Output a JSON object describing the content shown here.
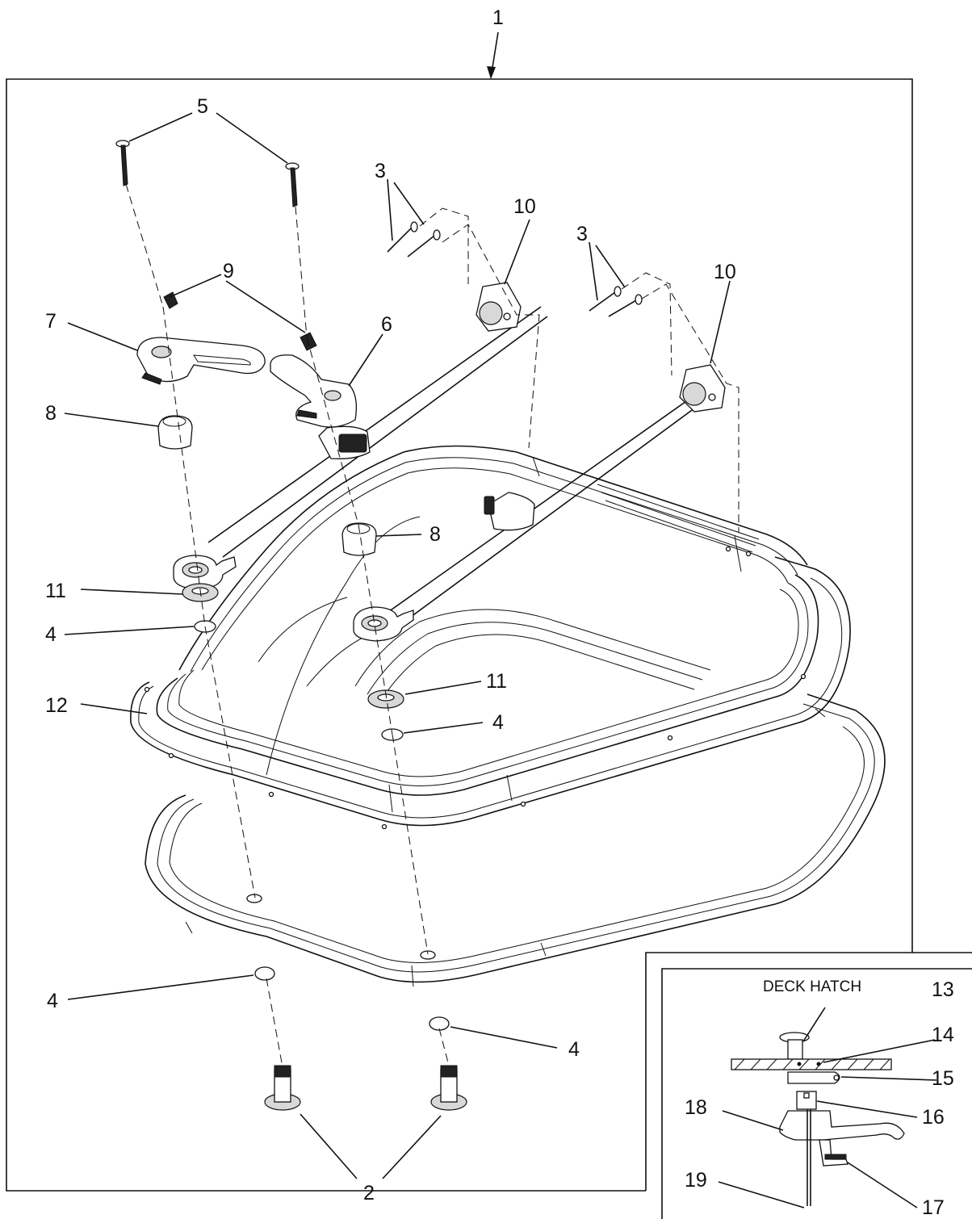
{
  "figure": {
    "assembly_callout": "1",
    "inset": {
      "title": "DECK HATCH",
      "callouts": [
        "13",
        "14",
        "15",
        "16",
        "17",
        "18",
        "19"
      ]
    },
    "callouts": {
      "c2": "2",
      "c3a": "3",
      "c3b": "3",
      "c4a": "4",
      "c4b": "4",
      "c4c": "4",
      "c4d": "4",
      "c5": "5",
      "c6": "6",
      "c7": "7",
      "c8a": "8",
      "c8b": "8",
      "c9": "9",
      "c10a": "10",
      "c10b": "10",
      "c11a": "11",
      "c11b": "11",
      "c12": "12"
    }
  }
}
